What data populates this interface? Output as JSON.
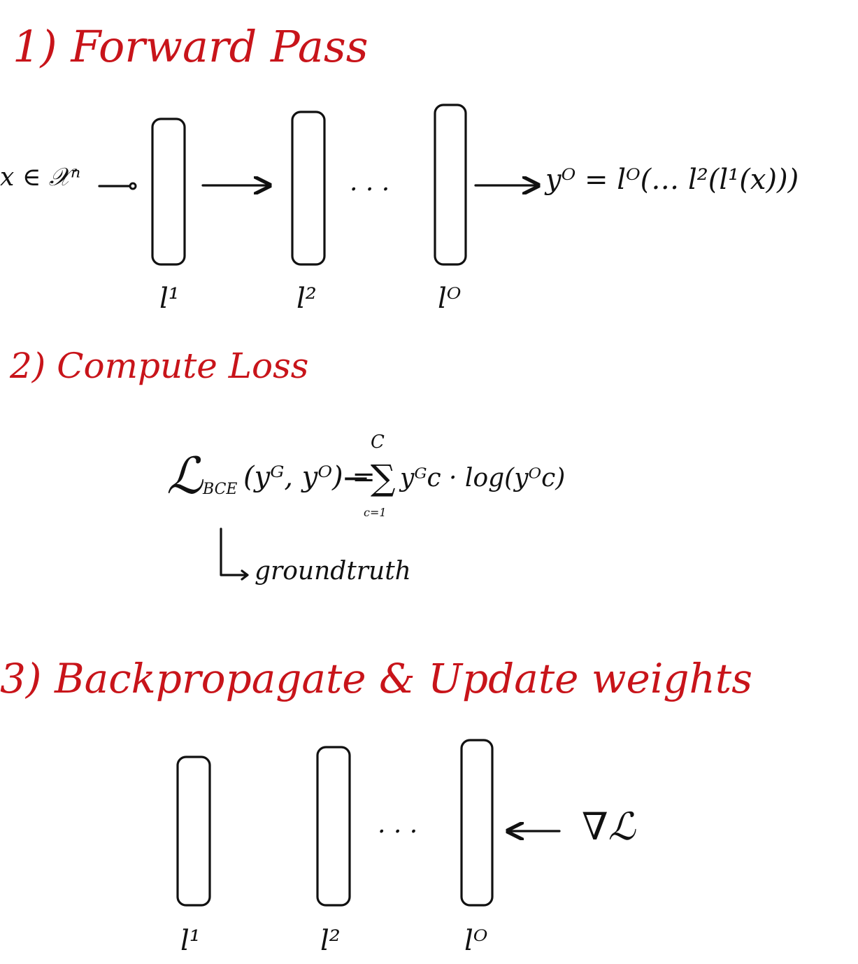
{
  "colors": {
    "heading": "#c8141a",
    "ink": "#111111"
  },
  "steps": [
    {
      "heading": "1) Forward Pass",
      "input_label": "x ∈ 𝒳ⁿ",
      "layers": [
        {
          "label": "l¹"
        },
        {
          "label": "l²"
        },
        {
          "label": "lᴼ"
        }
      ],
      "ellipsis": ". . .",
      "output_formula": "yᴼ = lᴼ(… l²(l¹(x)))"
    },
    {
      "heading": "2) Compute Loss",
      "loss_symbol": "ℒ",
      "loss_subscript": "BCE",
      "loss_args": "(yᴳ, yᴼ) =",
      "sum_sign": "−∑",
      "sum_upper": "C",
      "sum_lower": "c=1",
      "sum_term": "yᴳc · log(yᴼc)",
      "annotation": "groundtruth"
    },
    {
      "heading": "3) Backpropagate & Update weights",
      "layers": [
        {
          "label": "l¹"
        },
        {
          "label": "l²"
        },
        {
          "label": "lᴼ"
        }
      ],
      "ellipsis": ". . .",
      "gradient_label": "∇ℒ"
    }
  ]
}
